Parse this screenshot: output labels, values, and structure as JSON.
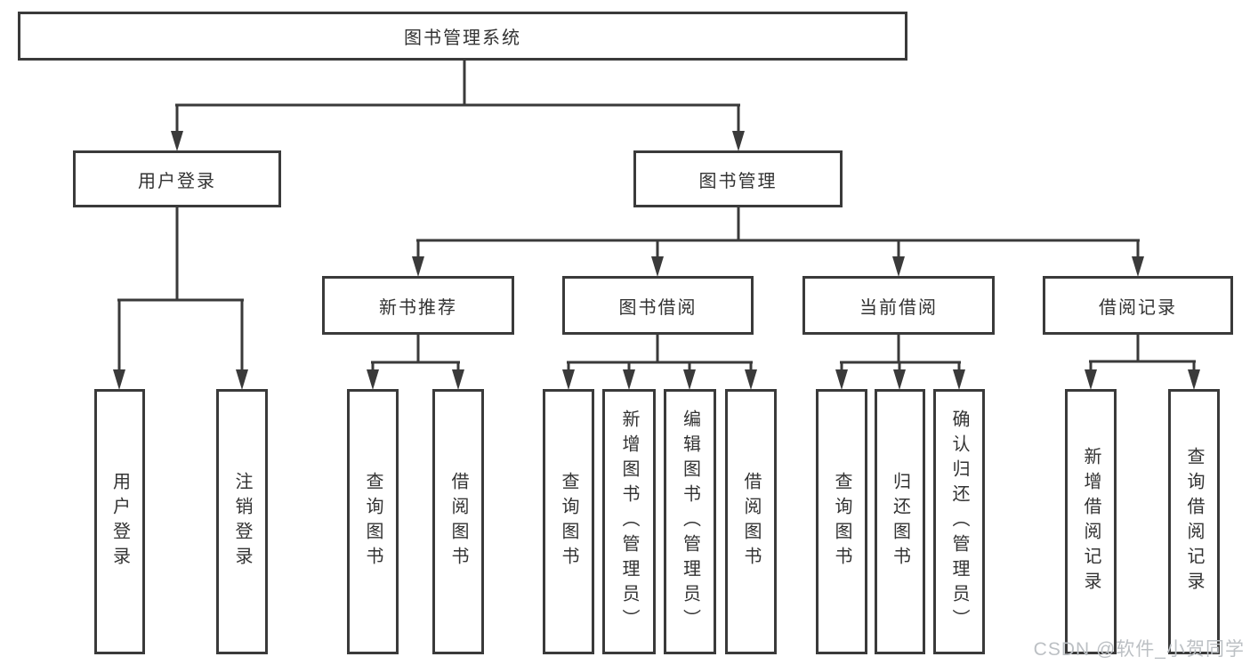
{
  "diagram": {
    "root": {
      "label": "图书管理系统"
    },
    "level2": [
      {
        "label": "用户登录"
      },
      {
        "label": "图书管理"
      }
    ],
    "level3": [
      {
        "label": "新书推荐"
      },
      {
        "label": "图书借阅"
      },
      {
        "label": "当前借阅"
      },
      {
        "label": "借阅记录"
      }
    ],
    "leaves": {
      "login": [
        "用户登录",
        "注销登录"
      ],
      "recommend": [
        "查询图书",
        "借阅图书"
      ],
      "borrow": [
        "查询图书",
        "新增图书（管理员）",
        "编辑图书（管理员）",
        "借阅图书"
      ],
      "current": [
        "查询图书",
        "归还图书",
        "确认归还（管理员）"
      ],
      "records": [
        "新增借阅记录",
        "查询借阅记录"
      ]
    }
  },
  "watermark": {
    "text": "CSDN @软件_小贺同学"
  },
  "colors": {
    "line": "#3a3a3a",
    "text": "#333333",
    "watermark": "#bcc0c4",
    "bg": "#ffffff"
  }
}
